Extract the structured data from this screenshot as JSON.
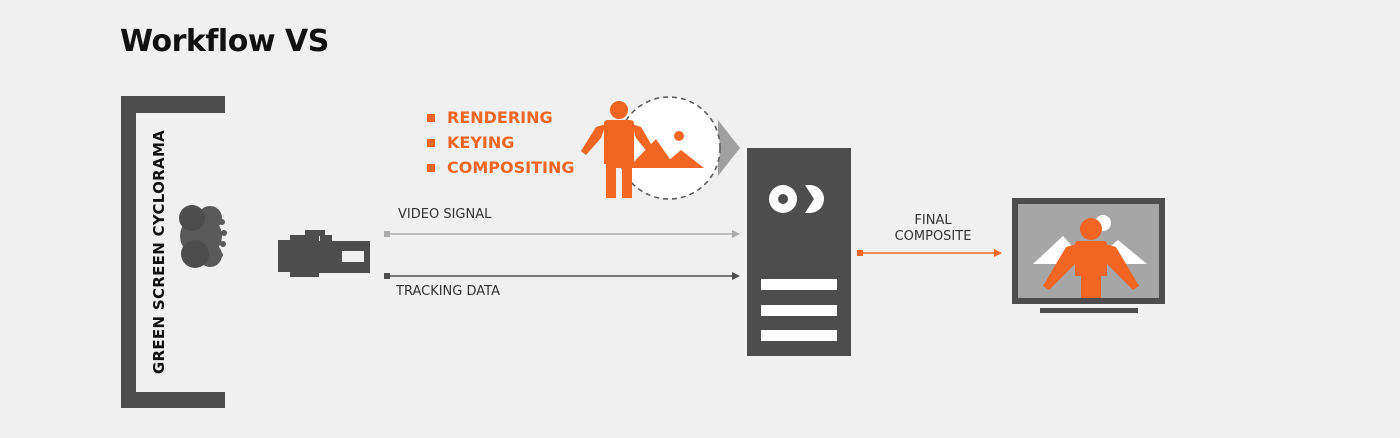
{
  "title": "Workflow VS",
  "cyclorama_label": "GREEN SCREEN CYCLORAMA",
  "processes": [
    "RENDERING",
    "KEYING",
    "COMPOSITING"
  ],
  "video_signal_label": "VIDEO SIGNAL",
  "tracking_data_label": "TRACKING DATA",
  "final_composite_label": [
    "FINAL",
    "COMPOSITE"
  ],
  "colors": {
    "accent": "#f26522",
    "dark": "#4d4d4d",
    "grey": "#999999",
    "background": "#f0f0f0"
  },
  "icons": [
    "camera-icon",
    "presenter-icon",
    "server-icon",
    "monitor-icon",
    "person-icon",
    "landscape-icon"
  ]
}
